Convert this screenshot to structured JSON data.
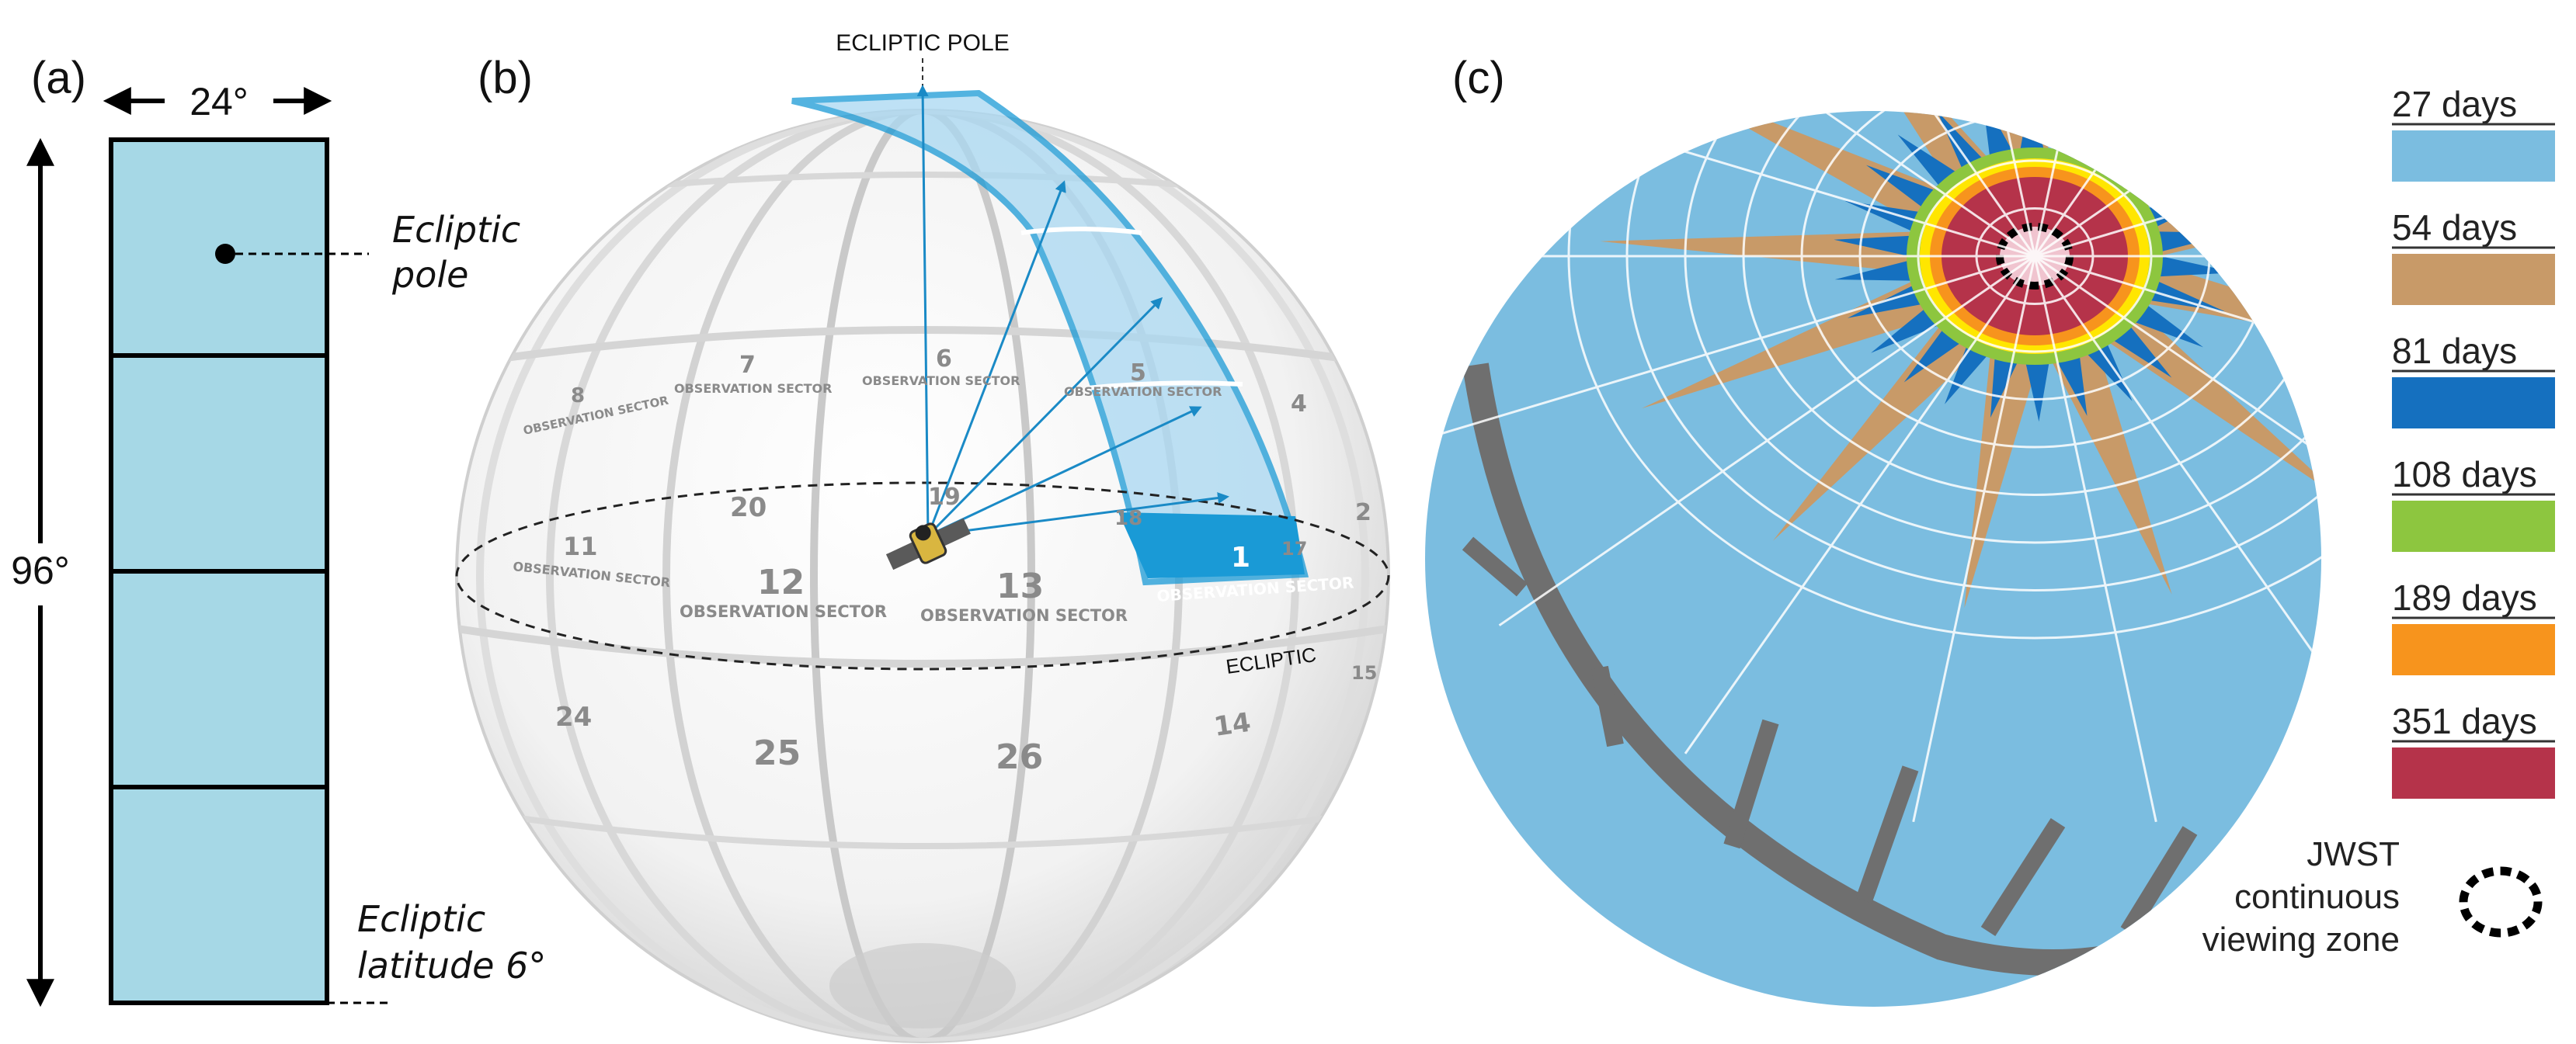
{
  "panel_a": {
    "label": "(a)",
    "width_label": "24°",
    "height_label": "96°",
    "pole_label_1": "Ecliptic",
    "pole_label_2": "pole",
    "lat_label_1": "Ecliptic",
    "lat_label_2": "latitude 6°",
    "fill_color": "#a6d8e6"
  },
  "panel_b": {
    "label": "(b)",
    "pole_label": "ECLIPTIC POLE",
    "ecliptic_label": "ECLIPTIC",
    "sector_word": "OBSERVATION SECTOR",
    "highlight_color": "#1a9ad6",
    "sectors": [
      {
        "num": "1",
        "label": "OBSERVATION SECTOR"
      },
      {
        "num": "2",
        "label": ""
      },
      {
        "num": "4",
        "label": ""
      },
      {
        "num": "5",
        "label": "OBSERVATION SECTOR"
      },
      {
        "num": "6",
        "label": "OBSERVATION SECTOR"
      },
      {
        "num": "7",
        "label": "OBSERVATION SECTOR"
      },
      {
        "num": "8",
        "label": "OBSERVATION SECTOR"
      },
      {
        "num": "11",
        "label": "OBSERVATION SECTOR"
      },
      {
        "num": "12",
        "label": "OBSERVATION SECTOR"
      },
      {
        "num": "13",
        "label": "OBSERVATION SECTOR"
      },
      {
        "num": "14",
        "label": ""
      },
      {
        "num": "15",
        "label": ""
      },
      {
        "num": "17",
        "label": ""
      },
      {
        "num": "18",
        "label": ""
      },
      {
        "num": "19",
        "label": ""
      },
      {
        "num": "20",
        "label": ""
      },
      {
        "num": "24",
        "label": ""
      },
      {
        "num": "25",
        "label": ""
      },
      {
        "num": "26",
        "label": ""
      }
    ]
  },
  "panel_c": {
    "label": "(c)",
    "legend": [
      {
        "label": "27 days",
        "color": "#7bbde0"
      },
      {
        "label": "54 days",
        "color": "#c89a68"
      },
      {
        "label": "81 days",
        "color": "#1570bf"
      },
      {
        "label": "108 days",
        "color": "#8dc63f"
      },
      {
        "label": "189 days",
        "color": "#f7941d"
      },
      {
        "label": "351 days",
        "color": "#b5334a"
      }
    ],
    "jwst_line1": "JWST",
    "jwst_line2": "continuous",
    "jwst_line3": "viewing zone"
  }
}
